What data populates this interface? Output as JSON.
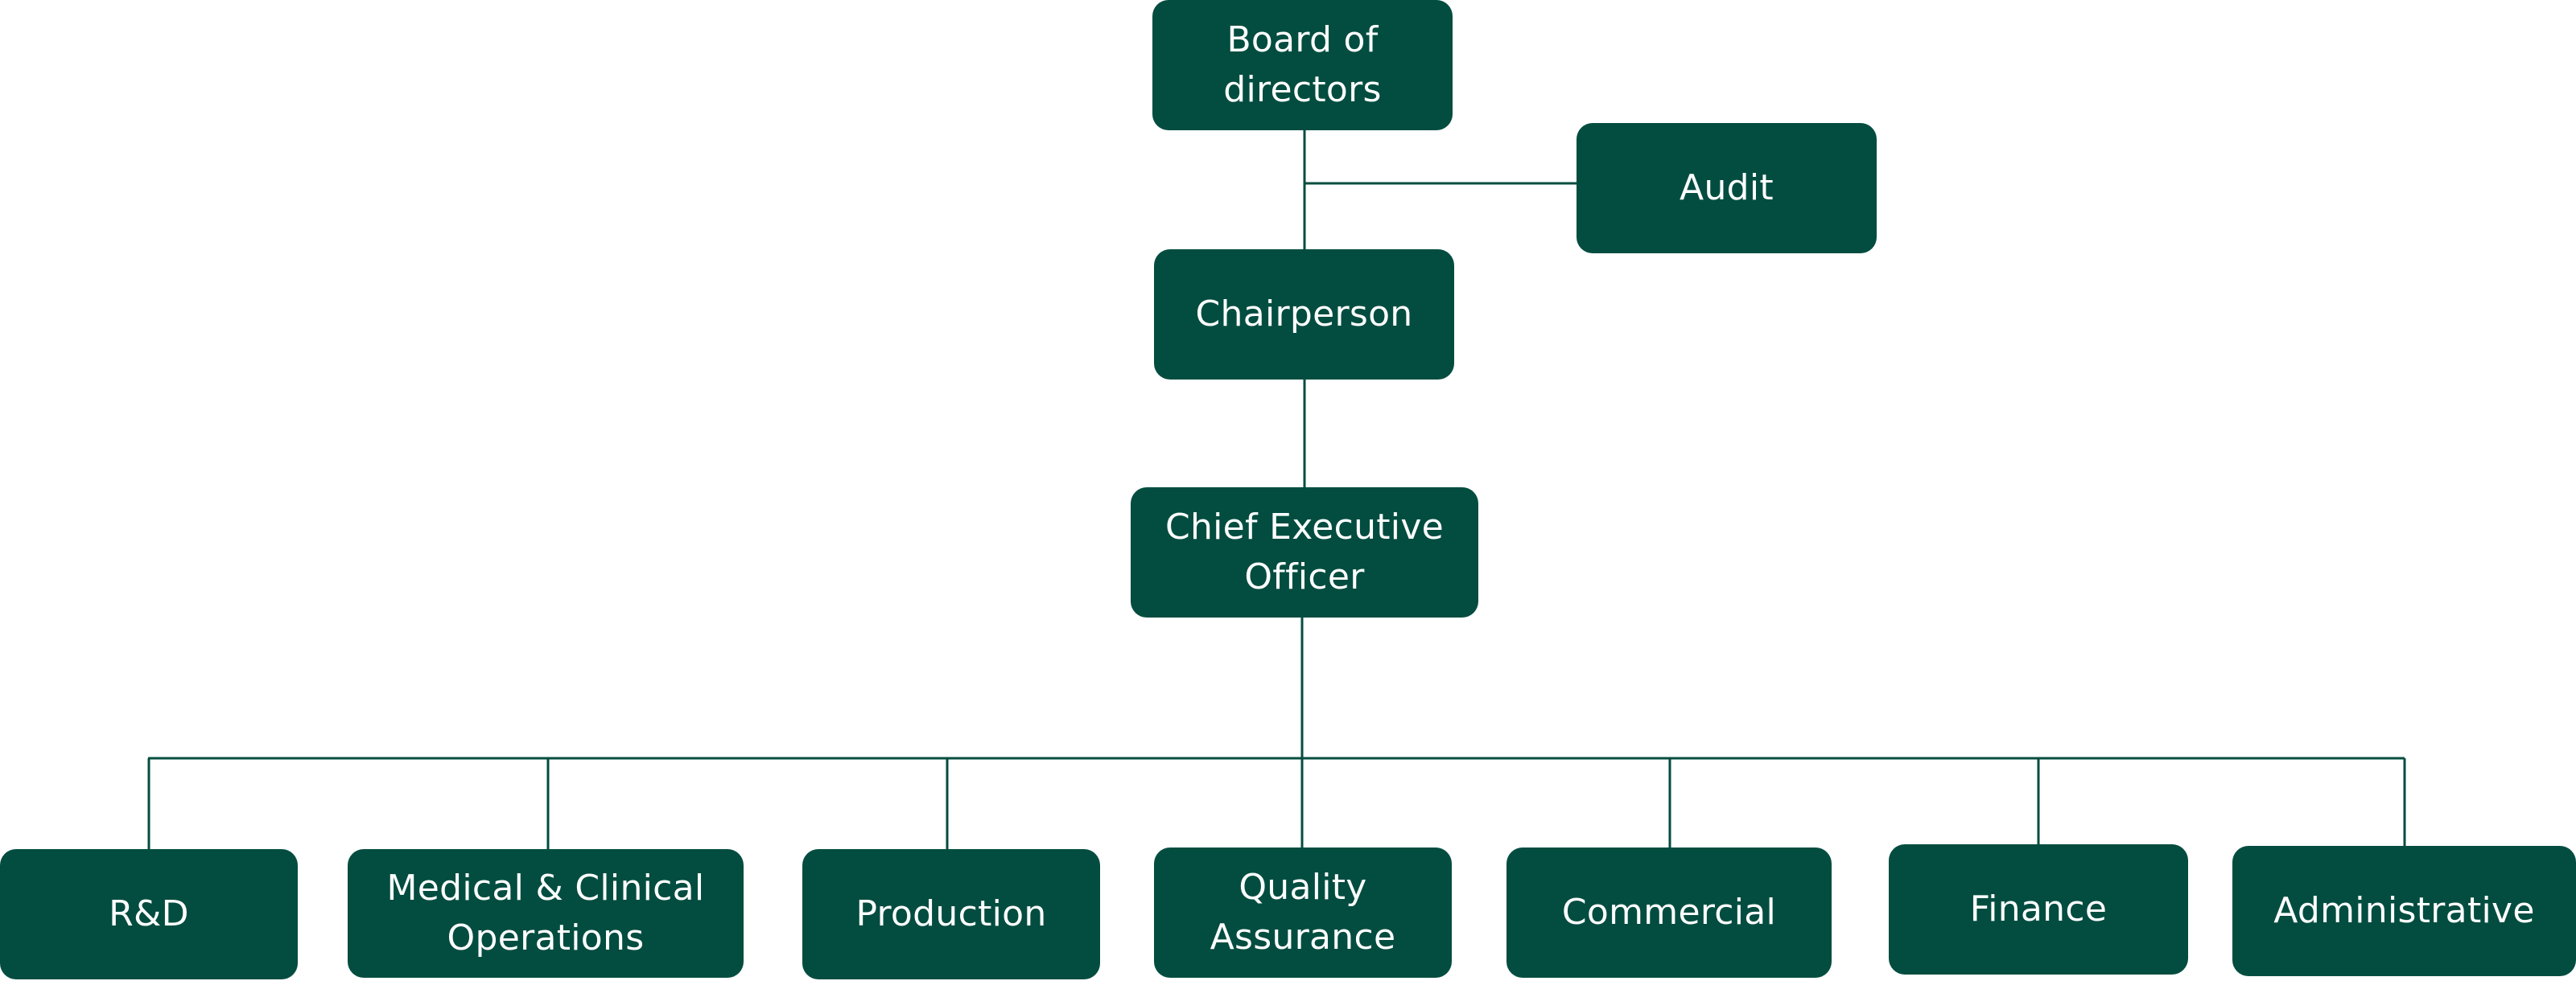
{
  "org_chart": {
    "colors": {
      "node_fill": "#034d40",
      "node_text": "#ffffff",
      "connector": "#034d40"
    },
    "nodes": {
      "board": {
        "label": "Board of directors"
      },
      "audit": {
        "label": "Audit"
      },
      "chairperson": {
        "label": "Chairperson"
      },
      "ceo": {
        "label": "Chief Executive Officer"
      },
      "rnd": {
        "label": "R&D"
      },
      "medical": {
        "label": "Medical & Clinical Operations"
      },
      "production": {
        "label": "Production"
      },
      "quality": {
        "label": "Quality Assurance"
      },
      "commercial": {
        "label": "Commercial"
      },
      "finance": {
        "label": "Finance"
      },
      "administrative": {
        "label": "Administrative"
      }
    },
    "edges": [
      {
        "from": "board",
        "to": "chairperson"
      },
      {
        "from": "board",
        "to": "audit"
      },
      {
        "from": "chairperson",
        "to": "ceo"
      },
      {
        "from": "ceo",
        "to": "rnd"
      },
      {
        "from": "ceo",
        "to": "medical"
      },
      {
        "from": "ceo",
        "to": "production"
      },
      {
        "from": "ceo",
        "to": "quality"
      },
      {
        "from": "ceo",
        "to": "commercial"
      },
      {
        "from": "ceo",
        "to": "finance"
      },
      {
        "from": "ceo",
        "to": "administrative"
      }
    ]
  }
}
